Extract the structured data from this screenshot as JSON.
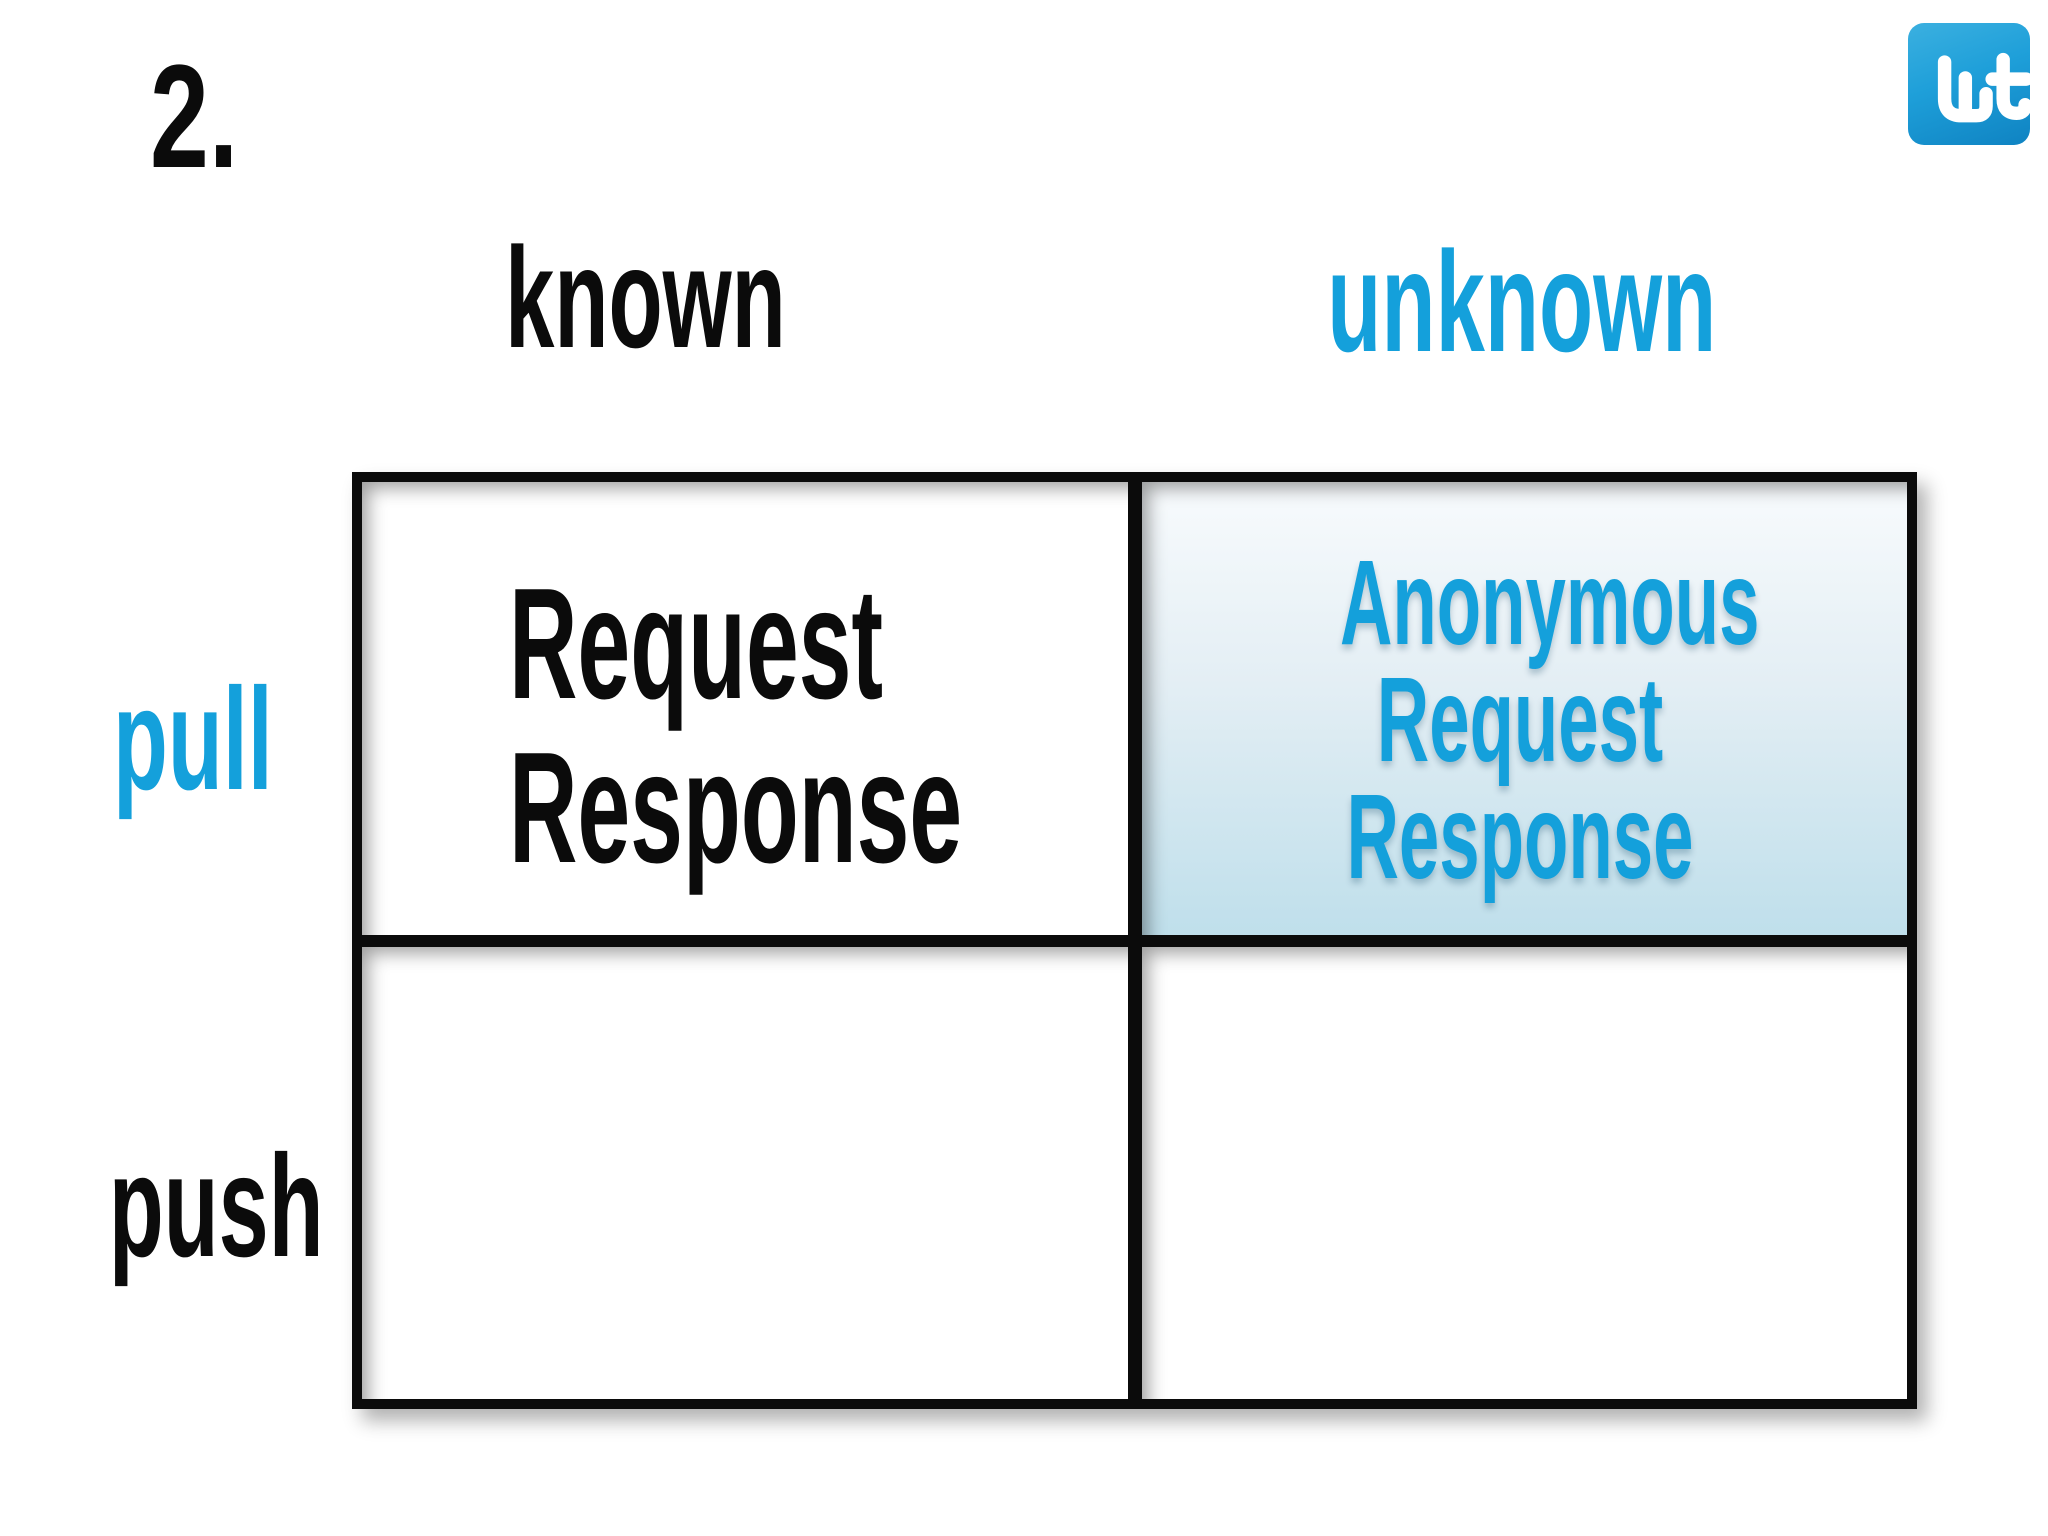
{
  "slide": {
    "number": "2."
  },
  "logo": {
    "letters": "wt"
  },
  "matrix": {
    "column_headers": [
      {
        "label": "known",
        "color": "#0b0b0b"
      },
      {
        "label": "unknown",
        "color": "#14a0db"
      }
    ],
    "row_headers": [
      {
        "label": "pull",
        "color": "#14a0db"
      },
      {
        "label": "push",
        "color": "#0b0b0b"
      }
    ],
    "cells": [
      {
        "row": "pull",
        "col": "known",
        "lines": [
          "Request",
          "Response"
        ],
        "highlighted": false
      },
      {
        "row": "pull",
        "col": "unknown",
        "lines": [
          "Anonymous",
          "Request",
          "Response"
        ],
        "highlighted": true
      },
      {
        "row": "push",
        "col": "known",
        "lines": [],
        "highlighted": false
      },
      {
        "row": "push",
        "col": "unknown",
        "lines": [],
        "highlighted": false
      }
    ]
  },
  "colors": {
    "accent_blue": "#14a0db",
    "text_black": "#0b0b0b",
    "highlight_cell_top": "#f8fbfd",
    "highlight_cell_bottom": "#bfdfeb",
    "logo_blue": "#1e9fd9"
  }
}
